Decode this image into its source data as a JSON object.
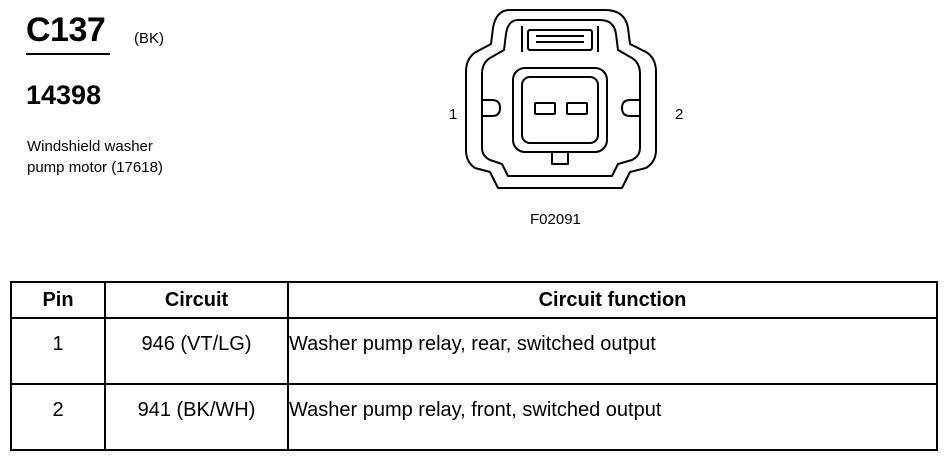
{
  "connector": {
    "id": "C137",
    "color_code": "(BK)",
    "part_number": "14398",
    "description_lines": [
      "Windshield washer",
      "pump motor (17618)"
    ]
  },
  "diagram": {
    "pin_left_label": "1",
    "pin_right_label": "2",
    "figure_code": "F02091"
  },
  "table": {
    "headers": {
      "pin": "Pin",
      "circuit": "Circuit",
      "function": "Circuit function"
    },
    "rows": [
      {
        "pin": "1",
        "circuit": "946 (VT/LG)",
        "function": "Washer pump relay, rear, switched output"
      },
      {
        "pin": "2",
        "circuit": "941 (BK/WH)",
        "function": "Washer pump relay, front, switched output"
      }
    ]
  }
}
